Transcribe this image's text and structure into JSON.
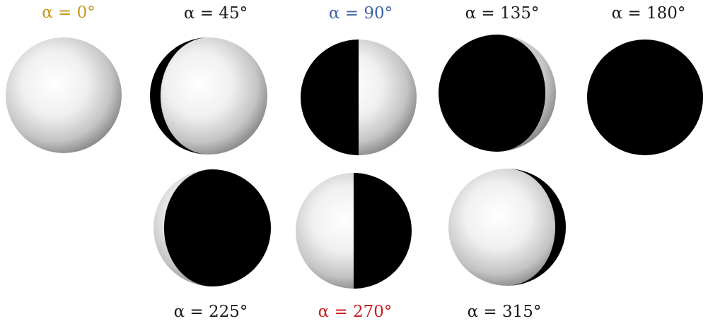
{
  "colors": {
    "lit_highlight": "#ffffff",
    "lit_shadow": "#8c8c8c",
    "dark_side": "#000000",
    "label_default": "#1a1a1a",
    "label_gold": "#c9961a",
    "label_blue": "#3f63a8",
    "label_red": "#c81e1e"
  },
  "phases": [
    {
      "label": "α = 0°",
      "color_key": "label_gold"
    },
    {
      "label": "α = 45°",
      "color_key": "label_default"
    },
    {
      "label": "α = 90°",
      "color_key": "label_blue"
    },
    {
      "label": "α = 135°",
      "color_key": "label_default"
    },
    {
      "label": "α = 180°",
      "color_key": "label_default"
    },
    {
      "label": "α = 225°",
      "color_key": "label_default"
    },
    {
      "label": "α = 270°",
      "color_key": "label_red"
    },
    {
      "label": "α = 315°",
      "color_key": "label_default"
    }
  ]
}
